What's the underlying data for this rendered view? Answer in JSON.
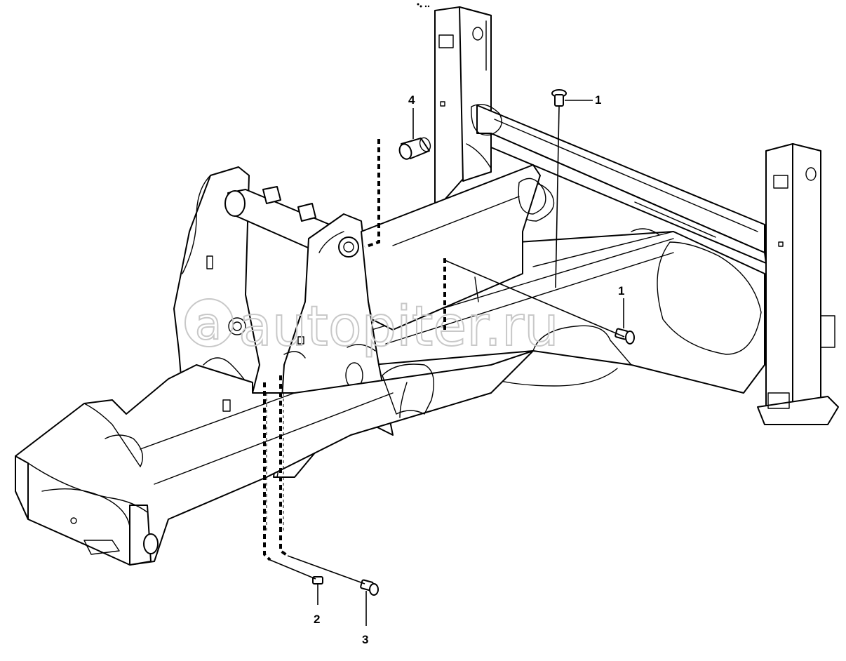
{
  "watermark": {
    "text": "autopiter.ru"
  },
  "callouts": [
    {
      "id": "callout-1-top",
      "label": "1"
    },
    {
      "id": "callout-1-right",
      "label": "1"
    },
    {
      "id": "callout-2",
      "label": "2"
    },
    {
      "id": "callout-3",
      "label": "3"
    },
    {
      "id": "callout-4",
      "label": "4"
    }
  ],
  "icons": {
    "watermark_logo": "autopiter-logo-icon",
    "pin": "pin-icon",
    "bushing": "bushing-icon"
  },
  "colors": {
    "line": "#000000",
    "background": "#ffffff",
    "watermark": "#c8c8c8"
  }
}
